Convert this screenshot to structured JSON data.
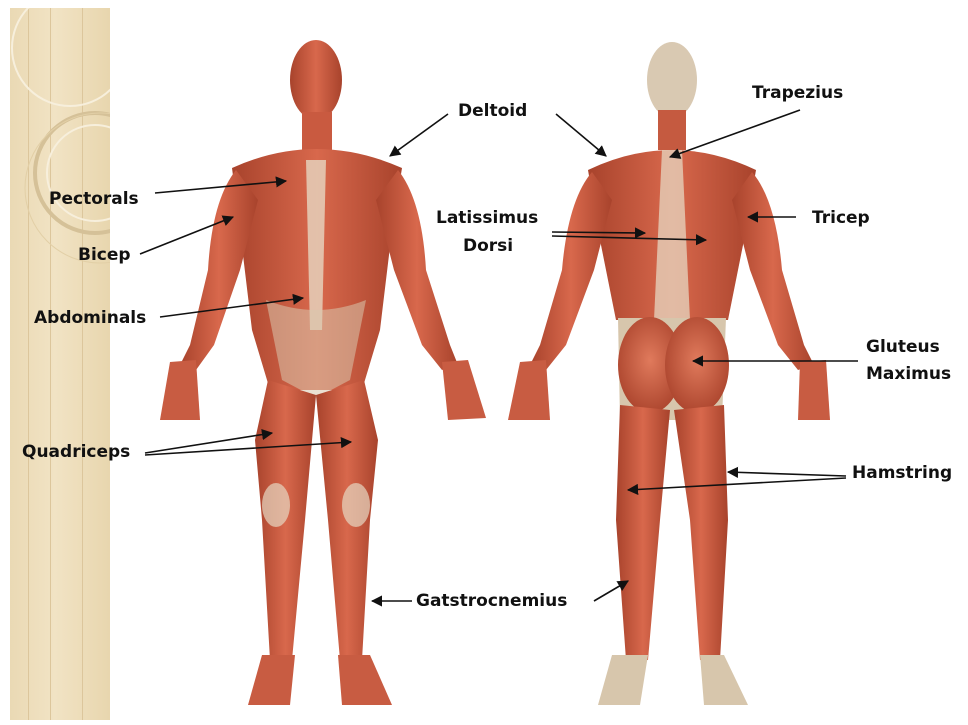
{
  "labels": {
    "deltoid": "Deltoid",
    "trapezius": "Trapezius",
    "pectorals": "Pectorals",
    "latissimus_line1": "Latissimus",
    "latissimus_line2": "Dorsi",
    "tricep": "Tricep",
    "bicep": "Bicep",
    "abdominals": "Abdominals",
    "gluteus_line1": "Gluteus",
    "gluteus_line2": "Maximus",
    "quadriceps": "Quadriceps",
    "hamstring": "Hamstring",
    "gastrocnemius": "Gatstrocnemius"
  },
  "colors": {
    "muscle": "#c8553c",
    "muscle_dark": "#9e3a26",
    "tendon": "#e6d7c2",
    "sidebar": "#ecdcb8",
    "arrow": "#111111"
  }
}
